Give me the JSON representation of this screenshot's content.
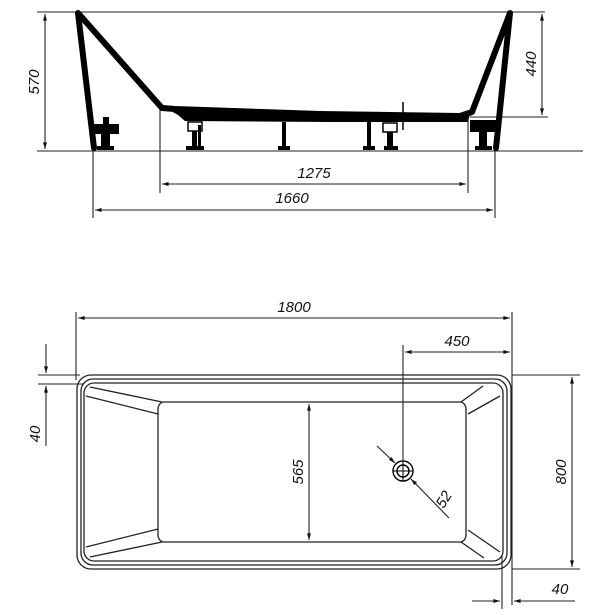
{
  "side_view": {
    "title": "side-section-view",
    "dimensions": {
      "total_height": "570",
      "rim_height": "440",
      "bottom_length": "1275",
      "outer_base_length": "1660"
    }
  },
  "top_view": {
    "title": "plan-view",
    "dimensions": {
      "overall_length": "1800",
      "drain_offset": "450",
      "rim_width_top": "40",
      "rim_width_right": "40",
      "inner_bottom_width": "565",
      "overall_width": "800",
      "drain_diameter": "52"
    }
  },
  "colors": {
    "line": "#000000",
    "background": "#ffffff"
  }
}
